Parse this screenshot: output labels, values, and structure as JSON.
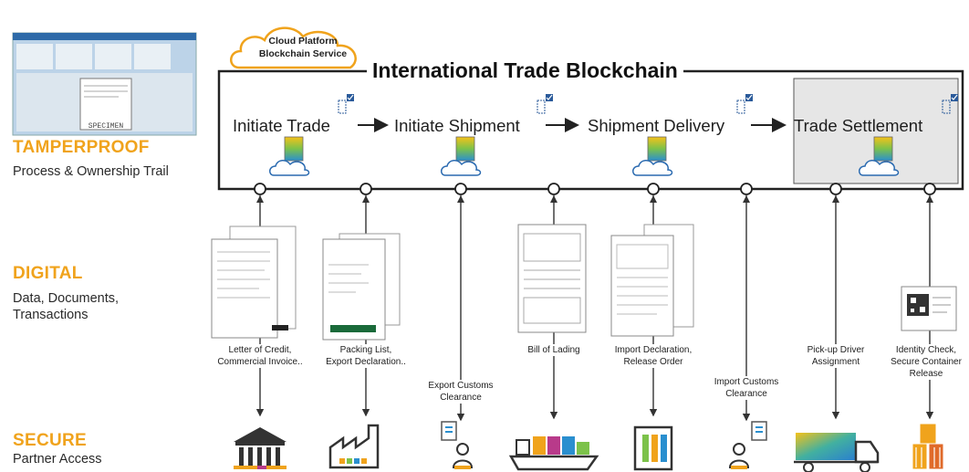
{
  "left_column": {
    "tamperproof": {
      "heading": "TAMPERPROOF",
      "text": "Process & Ownership Trail"
    },
    "digital": {
      "heading": "DIGITAL",
      "text_line1": "Data, Documents,",
      "text_line2": "Transactions"
    },
    "secure": {
      "heading": "SECURE",
      "text": "Partner Access"
    },
    "screenshot_watermark": "SPECIMEN"
  },
  "cloud": {
    "line1": "Cloud Platform",
    "line2": "Blockchain Service"
  },
  "title": "International Trade Blockchain",
  "stages": [
    "Initiate Trade",
    "Initiate Shipment",
    "Shipment Delivery",
    "Trade Settlement"
  ],
  "documents": [
    {
      "line1": "Letter of Credit,",
      "line2": "Commercial Invoice.."
    },
    {
      "line1": "Packing List,",
      "line2": "Export Declaration.."
    },
    {
      "line1": "Export Customs",
      "line2": "Clearance"
    },
    {
      "line1": "Bill of Lading",
      "line2": ""
    },
    {
      "line1": "Import Declaration,",
      "line2": "Release Order"
    },
    {
      "line1": "Import Customs",
      "line2": "Clearance"
    },
    {
      "line1": "Pick-up Driver",
      "line2": "Assignment"
    },
    {
      "line1": "Identity Check,",
      "line2": "Secure Container",
      "line3": "Release"
    }
  ],
  "colors": {
    "accent": "#f0a31c",
    "line": "#333333",
    "settlement_bg": "#e6e6e6",
    "blockchain_blue": "#2a5a9a"
  },
  "icons": [
    "bank-icon",
    "factory-icon",
    "customs-officer-icon",
    "ship-icon",
    "building-icon",
    "customs-officer-icon",
    "truck-icon",
    "containers-icon"
  ]
}
